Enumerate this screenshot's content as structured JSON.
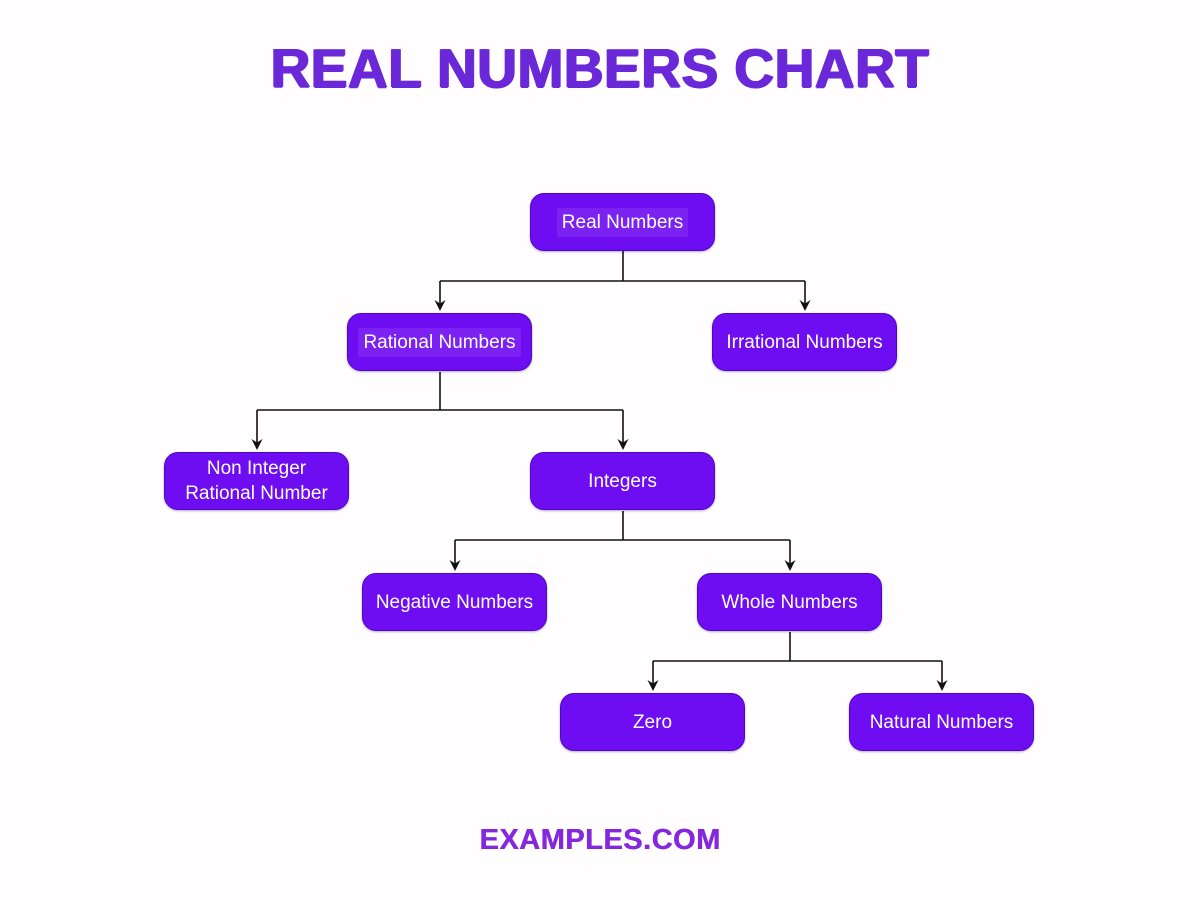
{
  "page": {
    "title": "REAL NUMBERS CHART",
    "footer": "EXAMPLES.COM"
  },
  "colors": {
    "background": "#fffdfd",
    "title_text": "#6a28d8",
    "footer_text": "#8527dd",
    "node_fill": "#6e0df2",
    "node_border": "#4c08c0",
    "node_text": "#ffffff",
    "connector": "#111111"
  },
  "diagram": {
    "type": "tree",
    "nodes": [
      {
        "id": "real",
        "label": "Real Numbers",
        "parent": null
      },
      {
        "id": "rational",
        "label": "Rational Numbers",
        "parent": "real"
      },
      {
        "id": "irrational",
        "label": "Irrational Numbers",
        "parent": "real"
      },
      {
        "id": "non-integer",
        "label": "Non Integer Rational Number",
        "parent": "rational"
      },
      {
        "id": "integers",
        "label": "Integers",
        "parent": "rational"
      },
      {
        "id": "negative",
        "label": "Negative Numbers",
        "parent": "integers"
      },
      {
        "id": "whole",
        "label": "Whole Numbers",
        "parent": "integers"
      },
      {
        "id": "zero",
        "label": "Zero",
        "parent": "whole"
      },
      {
        "id": "natural",
        "label": "Natural Numbers",
        "parent": "whole"
      }
    ],
    "edges": [
      [
        "real",
        "rational"
      ],
      [
        "real",
        "irrational"
      ],
      [
        "rational",
        "non-integer"
      ],
      [
        "rational",
        "integers"
      ],
      [
        "integers",
        "negative"
      ],
      [
        "integers",
        "whole"
      ],
      [
        "whole",
        "zero"
      ],
      [
        "whole",
        "natural"
      ]
    ]
  }
}
